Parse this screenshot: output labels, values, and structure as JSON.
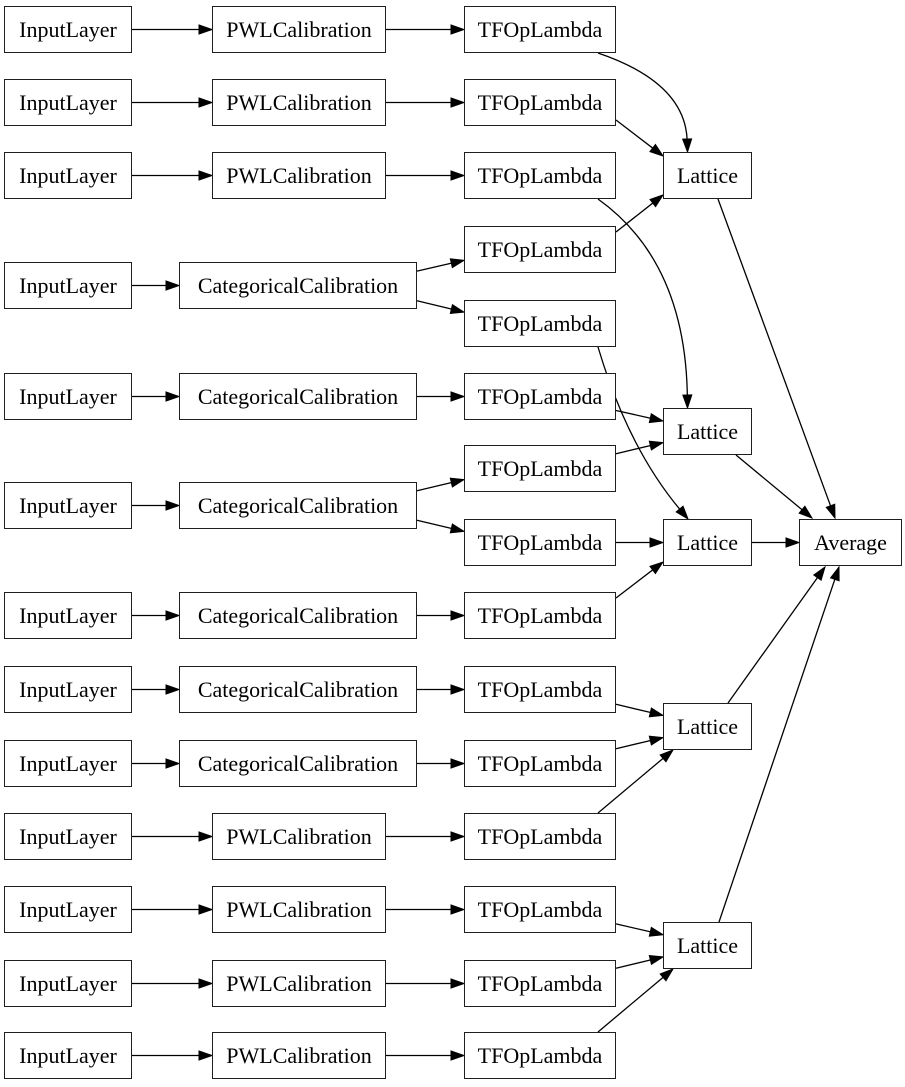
{
  "diagram": {
    "background": "#ffffff",
    "node_fill": "#ffffff",
    "node_border_color": "#1f1f1f",
    "edge_color": "#000000",
    "text_color": "#000000",
    "nodes": [
      {
        "id": "il1",
        "label": "InputLayer"
      },
      {
        "id": "il2",
        "label": "InputLayer"
      },
      {
        "id": "il3",
        "label": "InputLayer"
      },
      {
        "id": "il4",
        "label": "InputLayer"
      },
      {
        "id": "il5",
        "label": "InputLayer"
      },
      {
        "id": "il6",
        "label": "InputLayer"
      },
      {
        "id": "il7",
        "label": "InputLayer"
      },
      {
        "id": "il8",
        "label": "InputLayer"
      },
      {
        "id": "il9",
        "label": "InputLayer"
      },
      {
        "id": "il10",
        "label": "InputLayer"
      },
      {
        "id": "il11",
        "label": "InputLayer"
      },
      {
        "id": "il12",
        "label": "InputLayer"
      },
      {
        "id": "il13",
        "label": "InputLayer"
      },
      {
        "id": "cal1",
        "label": "PWLCalibration"
      },
      {
        "id": "cal2",
        "label": "PWLCalibration"
      },
      {
        "id": "cal3",
        "label": "PWLCalibration"
      },
      {
        "id": "cal4",
        "label": "CategoricalCalibration"
      },
      {
        "id": "cal5",
        "label": "CategoricalCalibration"
      },
      {
        "id": "cal6",
        "label": "CategoricalCalibration"
      },
      {
        "id": "cal7",
        "label": "CategoricalCalibration"
      },
      {
        "id": "cal8",
        "label": "CategoricalCalibration"
      },
      {
        "id": "cal9",
        "label": "CategoricalCalibration"
      },
      {
        "id": "cal10",
        "label": "PWLCalibration"
      },
      {
        "id": "cal11",
        "label": "PWLCalibration"
      },
      {
        "id": "cal12",
        "label": "PWLCalibration"
      },
      {
        "id": "cal13",
        "label": "PWLCalibration"
      },
      {
        "id": "tfop1",
        "label": "TFOpLambda"
      },
      {
        "id": "tfop2",
        "label": "TFOpLambda"
      },
      {
        "id": "tfop3",
        "label": "TFOpLambda"
      },
      {
        "id": "tfop4",
        "label": "TFOpLambda"
      },
      {
        "id": "tfop5",
        "label": "TFOpLambda"
      },
      {
        "id": "tfop6",
        "label": "TFOpLambda"
      },
      {
        "id": "tfop7",
        "label": "TFOpLambda"
      },
      {
        "id": "tfop8",
        "label": "TFOpLambda"
      },
      {
        "id": "tfop9",
        "label": "TFOpLambda"
      },
      {
        "id": "tfop10",
        "label": "TFOpLambda"
      },
      {
        "id": "tfop11",
        "label": "TFOpLambda"
      },
      {
        "id": "tfop12",
        "label": "TFOpLambda"
      },
      {
        "id": "tfop13",
        "label": "TFOpLambda"
      },
      {
        "id": "tfop14",
        "label": "TFOpLambda"
      },
      {
        "id": "tfop15",
        "label": "TFOpLambda"
      },
      {
        "id": "lat1",
        "label": "Lattice"
      },
      {
        "id": "lat2",
        "label": "Lattice"
      },
      {
        "id": "lat3",
        "label": "Lattice"
      },
      {
        "id": "lat4",
        "label": "Lattice"
      },
      {
        "id": "lat5",
        "label": "Lattice"
      },
      {
        "id": "avg",
        "label": "Average"
      }
    ],
    "edges": [
      {
        "from": "il1",
        "to": "cal1"
      },
      {
        "from": "il2",
        "to": "cal2"
      },
      {
        "from": "il3",
        "to": "cal3"
      },
      {
        "from": "il4",
        "to": "cal4"
      },
      {
        "from": "il5",
        "to": "cal5"
      },
      {
        "from": "il6",
        "to": "cal6"
      },
      {
        "from": "il7",
        "to": "cal7"
      },
      {
        "from": "il8",
        "to": "cal8"
      },
      {
        "from": "il9",
        "to": "cal9"
      },
      {
        "from": "il10",
        "to": "cal10"
      },
      {
        "from": "il11",
        "to": "cal11"
      },
      {
        "from": "il12",
        "to": "cal12"
      },
      {
        "from": "il13",
        "to": "cal13"
      },
      {
        "from": "cal1",
        "to": "tfop1"
      },
      {
        "from": "cal2",
        "to": "tfop2"
      },
      {
        "from": "cal3",
        "to": "tfop3"
      },
      {
        "from": "cal4",
        "to": "tfop4"
      },
      {
        "from": "cal4",
        "to": "tfop5"
      },
      {
        "from": "cal5",
        "to": "tfop6"
      },
      {
        "from": "cal6",
        "to": "tfop7"
      },
      {
        "from": "cal6",
        "to": "tfop8"
      },
      {
        "from": "cal7",
        "to": "tfop9"
      },
      {
        "from": "cal8",
        "to": "tfop10"
      },
      {
        "from": "cal9",
        "to": "tfop11"
      },
      {
        "from": "cal10",
        "to": "tfop12"
      },
      {
        "from": "cal11",
        "to": "tfop13"
      },
      {
        "from": "cal12",
        "to": "tfop14"
      },
      {
        "from": "cal13",
        "to": "tfop15"
      },
      {
        "from": "tfop1",
        "to": "lat1"
      },
      {
        "from": "tfop2",
        "to": "lat1"
      },
      {
        "from": "tfop4",
        "to": "lat1"
      },
      {
        "from": "tfop3",
        "to": "lat2"
      },
      {
        "from": "tfop6",
        "to": "lat2"
      },
      {
        "from": "tfop7",
        "to": "lat2"
      },
      {
        "from": "tfop5",
        "to": "lat3"
      },
      {
        "from": "tfop8",
        "to": "lat3"
      },
      {
        "from": "tfop9",
        "to": "lat3"
      },
      {
        "from": "tfop10",
        "to": "lat4"
      },
      {
        "from": "tfop11",
        "to": "lat4"
      },
      {
        "from": "tfop12",
        "to": "lat4"
      },
      {
        "from": "tfop13",
        "to": "lat5"
      },
      {
        "from": "tfop14",
        "to": "lat5"
      },
      {
        "from": "tfop15",
        "to": "lat5"
      },
      {
        "from": "lat1",
        "to": "avg"
      },
      {
        "from": "lat2",
        "to": "avg"
      },
      {
        "from": "lat3",
        "to": "avg"
      },
      {
        "from": "lat4",
        "to": "avg"
      },
      {
        "from": "lat5",
        "to": "avg"
      }
    ]
  }
}
